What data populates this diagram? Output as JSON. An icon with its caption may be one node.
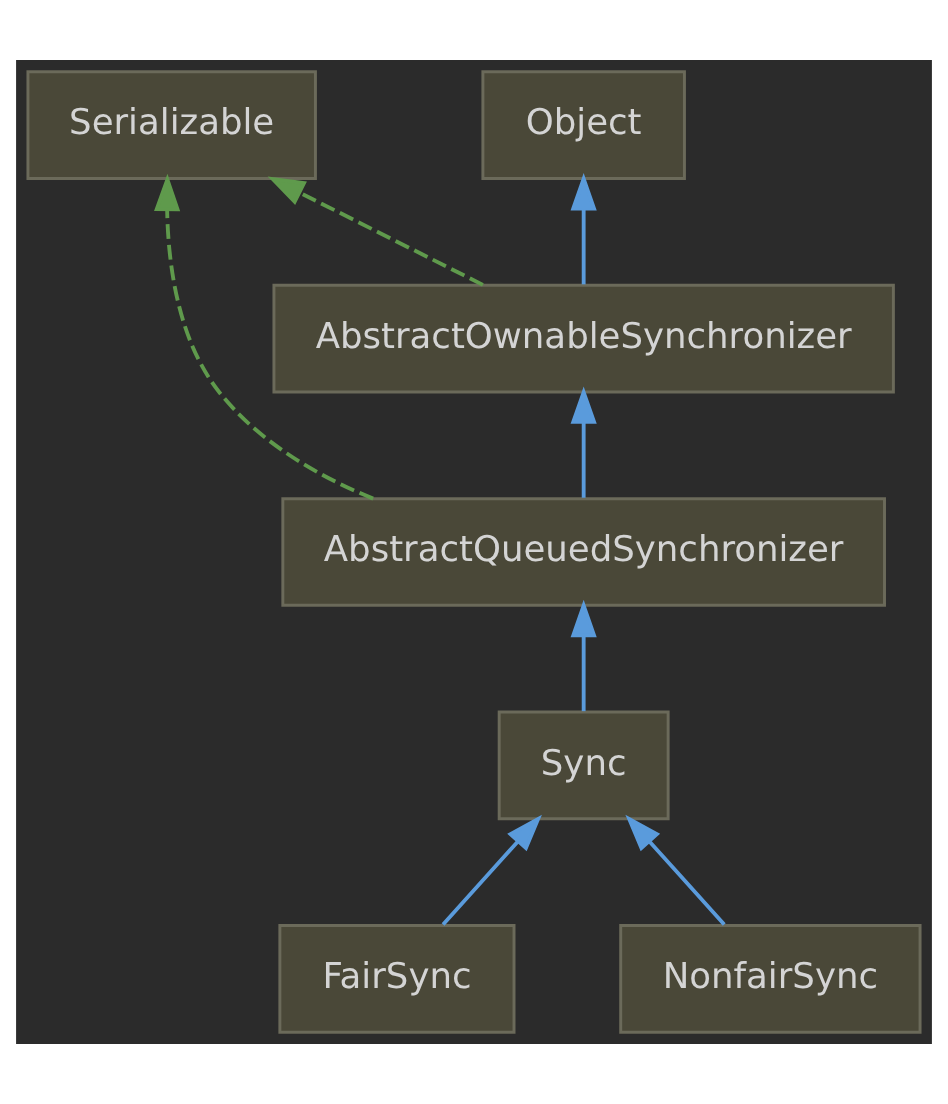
{
  "diagram": {
    "nodes": [
      {
        "text": [
          "Object"
        ]
      },
      {
        "text": [
          "Serializable"
        ]
      },
      {
        "text": [
          "AbstractOwnableSynchronizer"
        ]
      },
      {
        "text": [
          "AbstractQueuedSynchronizer"
        ]
      },
      {
        "text": [
          "Sync"
        ]
      },
      {
        "text": [
          "FairSync"
        ]
      },
      {
        "text": [
          "NonfairSync"
        ]
      }
    ],
    "edges": [
      {
        "from": 2,
        "to": 0,
        "arrow": "to"
      },
      {
        "from": 2,
        "to": 1,
        "arrow": "to",
        "style": "dashed",
        "color": "#5f9a4c"
      },
      {
        "from": 3,
        "to": 2,
        "arrow": "to"
      },
      {
        "from": 3,
        "to": 1,
        "arrow": "to",
        "style": "dashed",
        "color": "#5f9a4c"
      },
      {
        "from": 4,
        "to": 3,
        "arrow": "to"
      },
      {
        "from": 5,
        "to": 4,
        "arrow": "to"
      },
      {
        "from": 6,
        "to": 4,
        "arrow": "to"
      }
    ]
  }
}
